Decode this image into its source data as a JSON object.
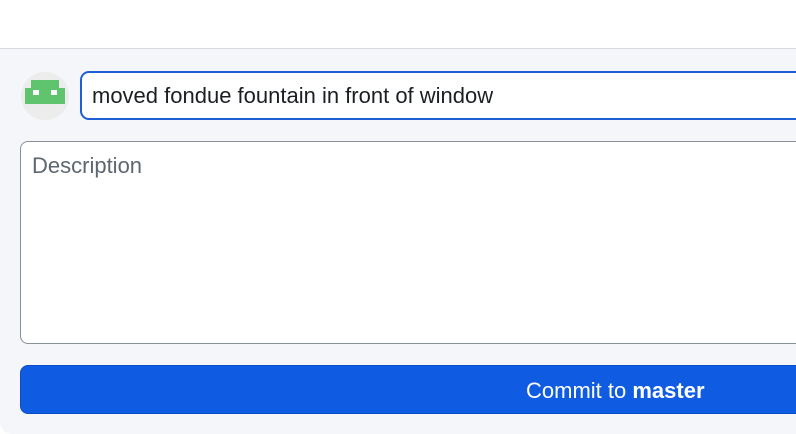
{
  "commit": {
    "summary_value": "moved fondue fountain in front of window",
    "description_placeholder": "Description",
    "button_prefix": "Commit to ",
    "branch": "master"
  },
  "avatar": {
    "icon": "identicon-icon",
    "color": "#5fc46d"
  },
  "colors": {
    "accent": "#0f5ce3",
    "focus_border": "#1f5fd6",
    "panel_background": "#f4f6f9"
  }
}
